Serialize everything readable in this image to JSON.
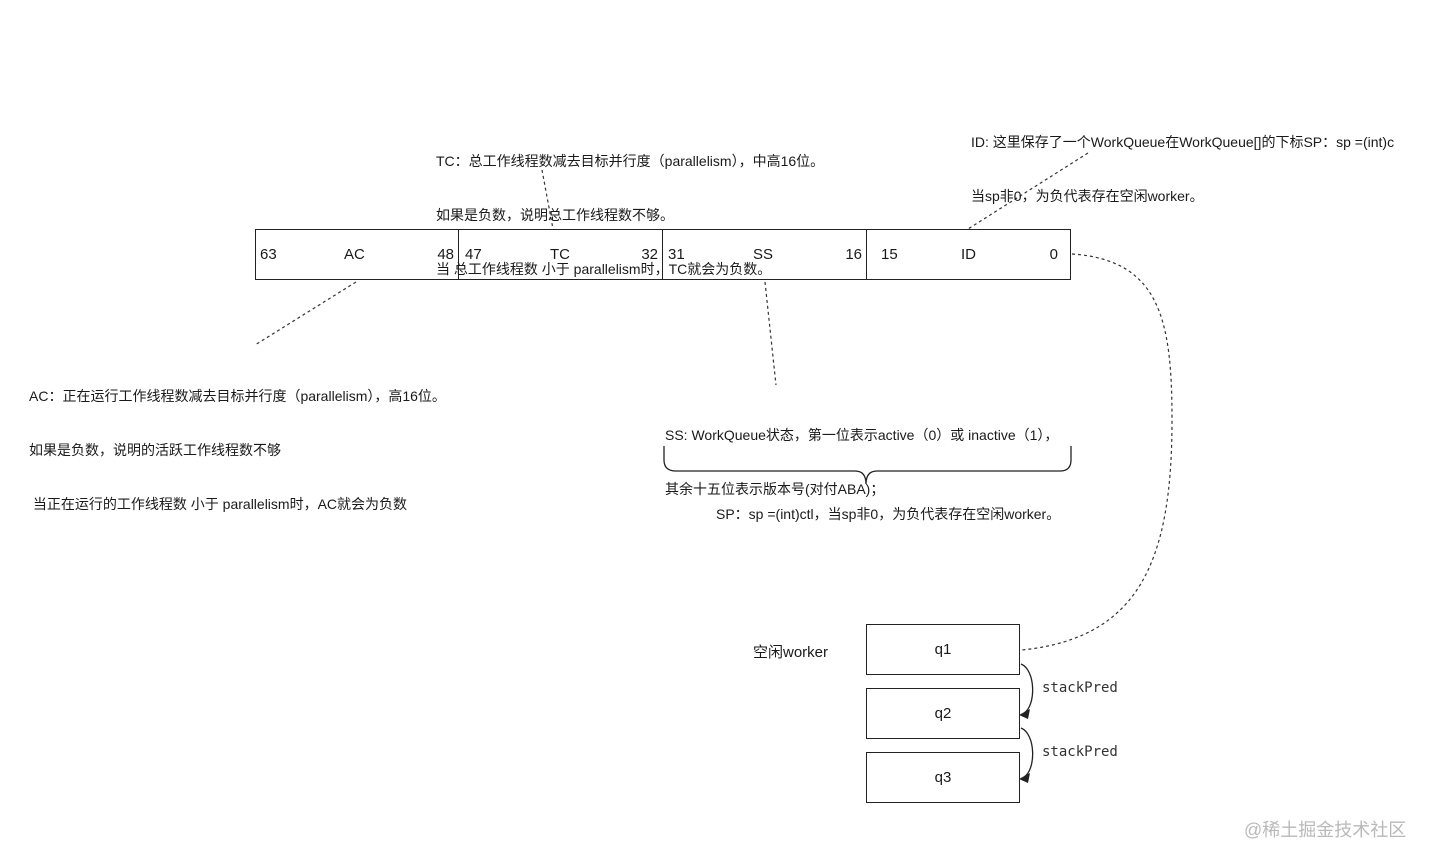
{
  "notes": {
    "id_line1": "ID: 这里保存了一个WorkQueue在WorkQueue[]的下标SP：sp =(int)c",
    "id_line2": "当sp非0，为负代表存在空闲worker。",
    "tc_line1": "TC：总工作线程数减去目标并行度（parallelism），中高16位。",
    "tc_line2": "如果是负数，说明总工作线程数不够。",
    "tc_line3": "当 总工作线程数 小于 parallelism时，TC就会为负数。",
    "ac_line1": "AC：正在运行工作线程数减去目标并行度（parallelism），高16位。",
    "ac_line2": "如果是负数，说明的活跃工作线程数不够",
    "ac_line3": " 当正在运行的工作线程数 小于 parallelism时，AC就会为负数",
    "ss_line1": "SS: WorkQueue状态，第一位表示active（0）或 inactive（1），",
    "ss_line2": "其余十五位表示版本号(对付ABA)；",
    "sp_line": "SP：sp =(int)ctl，当sp非0，为负代表存在空闲worker。"
  },
  "fields": [
    {
      "hi": "63",
      "name": "AC",
      "lo": "48"
    },
    {
      "hi": "47",
      "name": "TC",
      "lo": "32"
    },
    {
      "hi": "31",
      "name": "SS",
      "lo": "16"
    },
    {
      "hi": "15",
      "name": "ID",
      "lo": "0"
    }
  ],
  "stack": {
    "label": "空闲worker",
    "queues": [
      "q1",
      "q2",
      "q3"
    ],
    "link_label": "stackPred"
  },
  "watermark": "@稀土掘金技术社区"
}
